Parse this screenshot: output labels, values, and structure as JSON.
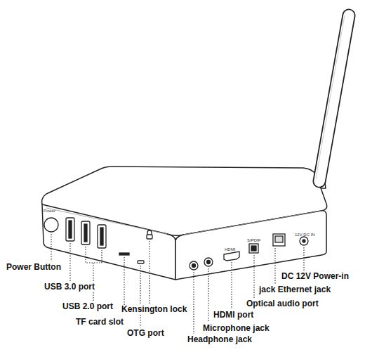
{
  "diagram": {
    "labels": [
      "Power",
      "HDMI",
      "S/PDIF",
      "12V DC IN",
      "Power Button",
      "USB 3.0 port",
      "USB 2.0 port",
      "TF card slot",
      "Kensington lock",
      "OTG port",
      "Headphone jack",
      "Microphone jack",
      "HDMI port",
      "Optical audio port",
      "jack Ethernet jack",
      "DC 12V Power-in"
    ]
  }
}
